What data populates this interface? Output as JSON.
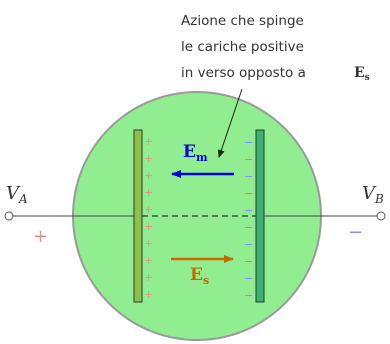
{
  "annotation": {
    "line1": "Azione che spinge",
    "line2": "le cariche positive",
    "line3": "in verso opposto a"
  },
  "labels": {
    "va_main": "V",
    "va_sub": "A",
    "vb_main": "V",
    "vb_sub": "B",
    "plus": "+",
    "minus": "−",
    "em_main": "E",
    "em_sub": "m",
    "es_main": "E",
    "es_sub": "s"
  },
  "colors": {
    "circle_fill": "#90ee90",
    "circle_stroke": "#9a9a9a",
    "left_plate": "#8bc34a",
    "right_plate": "#3cb371",
    "em_arrow": "#0000dd",
    "es_arrow": "#cc6600",
    "plus_color": "#f08a8a",
    "minus_color": "#8a8af0"
  }
}
